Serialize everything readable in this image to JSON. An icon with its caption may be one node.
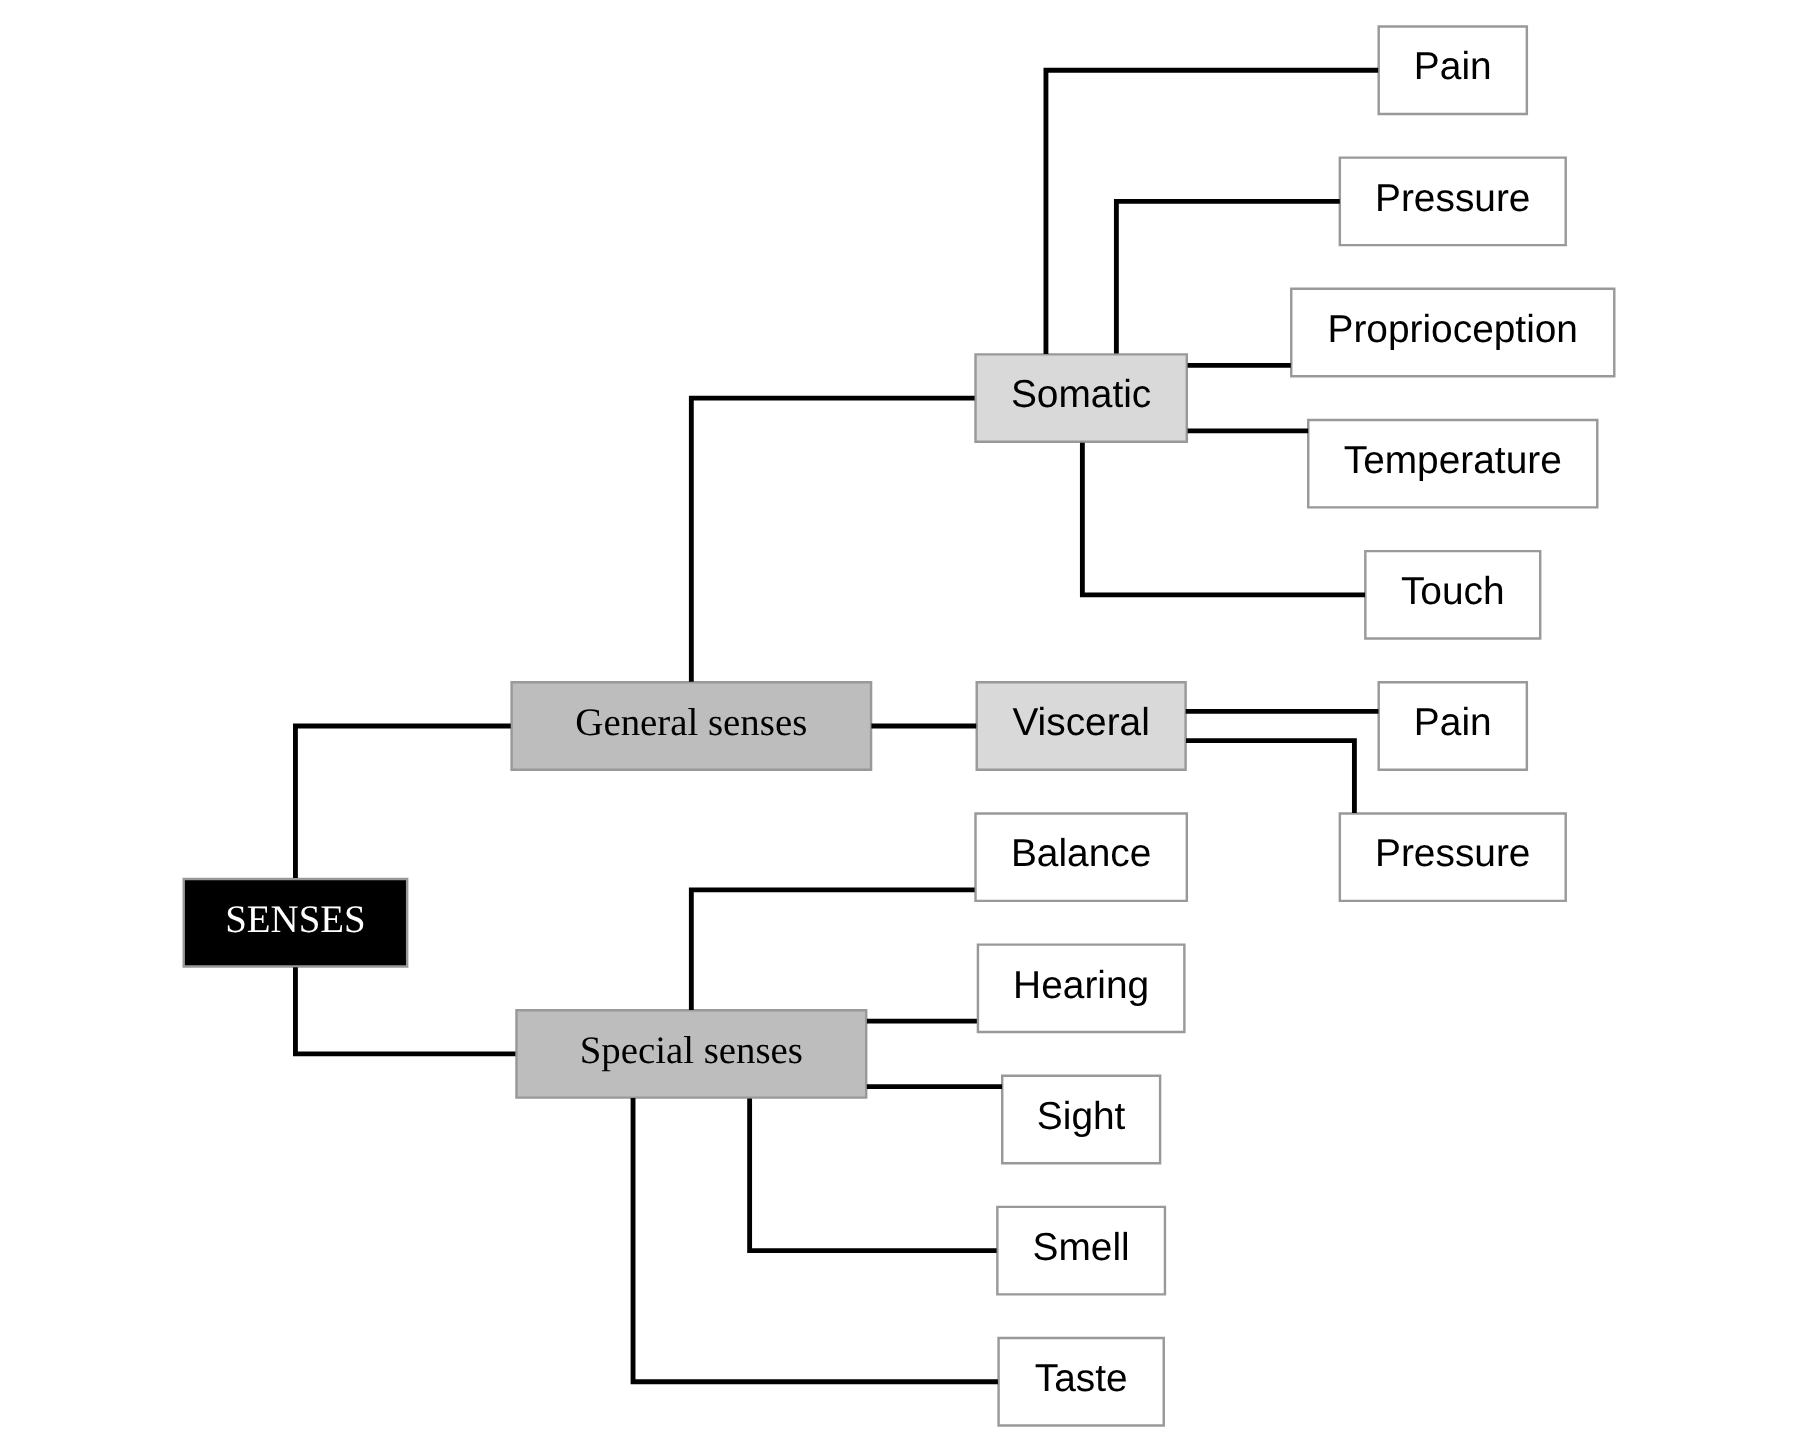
{
  "diagram": {
    "nodes": [
      {
        "text": [
          "SENSES"
        ]
      },
      {
        "text": [
          "General senses"
        ]
      },
      {
        "text": [
          "Special senses"
        ]
      },
      {
        "text": [
          "Somatic"
        ]
      },
      {
        "text": [
          "Visceral"
        ]
      },
      {
        "text": [
          "Pain"
        ]
      },
      {
        "text": [
          "Pressure"
        ]
      },
      {
        "text": [
          "Proprioception"
        ]
      },
      {
        "text": [
          "Temperature"
        ]
      },
      {
        "text": [
          "Touch"
        ]
      },
      {
        "text": [
          "Pain"
        ]
      },
      {
        "text": [
          "Pressure"
        ]
      },
      {
        "text": [
          "Balance"
        ]
      },
      {
        "text": [
          "Hearing"
        ]
      },
      {
        "text": [
          "Sight"
        ]
      },
      {
        "text": [
          "Smell"
        ]
      },
      {
        "text": [
          "Taste"
        ]
      }
    ],
    "edges": [
      {
        "from": 0,
        "to": 1,
        "arrow": "none"
      },
      {
        "from": 0,
        "to": 2,
        "arrow": "none"
      },
      {
        "from": 1,
        "to": 3,
        "arrow": "none"
      },
      {
        "from": 1,
        "to": 4,
        "arrow": "none"
      },
      {
        "from": 3,
        "to": 5,
        "arrow": "none"
      },
      {
        "from": 3,
        "to": 6,
        "arrow": "none"
      },
      {
        "from": 3,
        "to": 7,
        "arrow": "none"
      },
      {
        "from": 3,
        "to": 8,
        "arrow": "none"
      },
      {
        "from": 3,
        "to": 9,
        "arrow": "none"
      },
      {
        "from": 4,
        "to": 10,
        "arrow": "none"
      },
      {
        "from": 4,
        "to": 11,
        "arrow": "none"
      },
      {
        "from": 2,
        "to": 12,
        "arrow": "none"
      },
      {
        "from": 2,
        "to": 13,
        "arrow": "none"
      },
      {
        "from": 2,
        "to": 14,
        "arrow": "none"
      },
      {
        "from": 2,
        "to": 15,
        "arrow": "none"
      },
      {
        "from": 2,
        "to": 16,
        "arrow": "none"
      }
    ]
  }
}
